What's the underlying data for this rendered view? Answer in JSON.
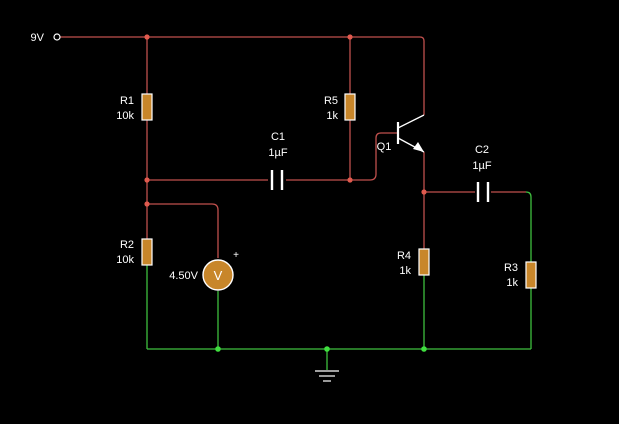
{
  "colors": {
    "background": "#000000",
    "wire_hot": "#c0504d",
    "wire_ground": "#3fbf3f",
    "resistor_fill": "#c8862a",
    "text": "#ffffff"
  },
  "supply": {
    "label": "9V"
  },
  "components": {
    "r1": {
      "name": "R1",
      "value": "10k"
    },
    "r2": {
      "name": "R2",
      "value": "10k"
    },
    "r3": {
      "name": "R3",
      "value": "1k"
    },
    "r4": {
      "name": "R4",
      "value": "1k"
    },
    "r5": {
      "name": "R5",
      "value": "1k"
    },
    "c1": {
      "name": "C1",
      "value": "1µF"
    },
    "c2": {
      "name": "C2",
      "value": "1µF"
    },
    "q1": {
      "name": "Q1"
    }
  },
  "voltmeter": {
    "reading": "4.50V",
    "symbol": "V",
    "polarity": "+"
  },
  "ground": {
    "icon": "ground-icon"
  }
}
